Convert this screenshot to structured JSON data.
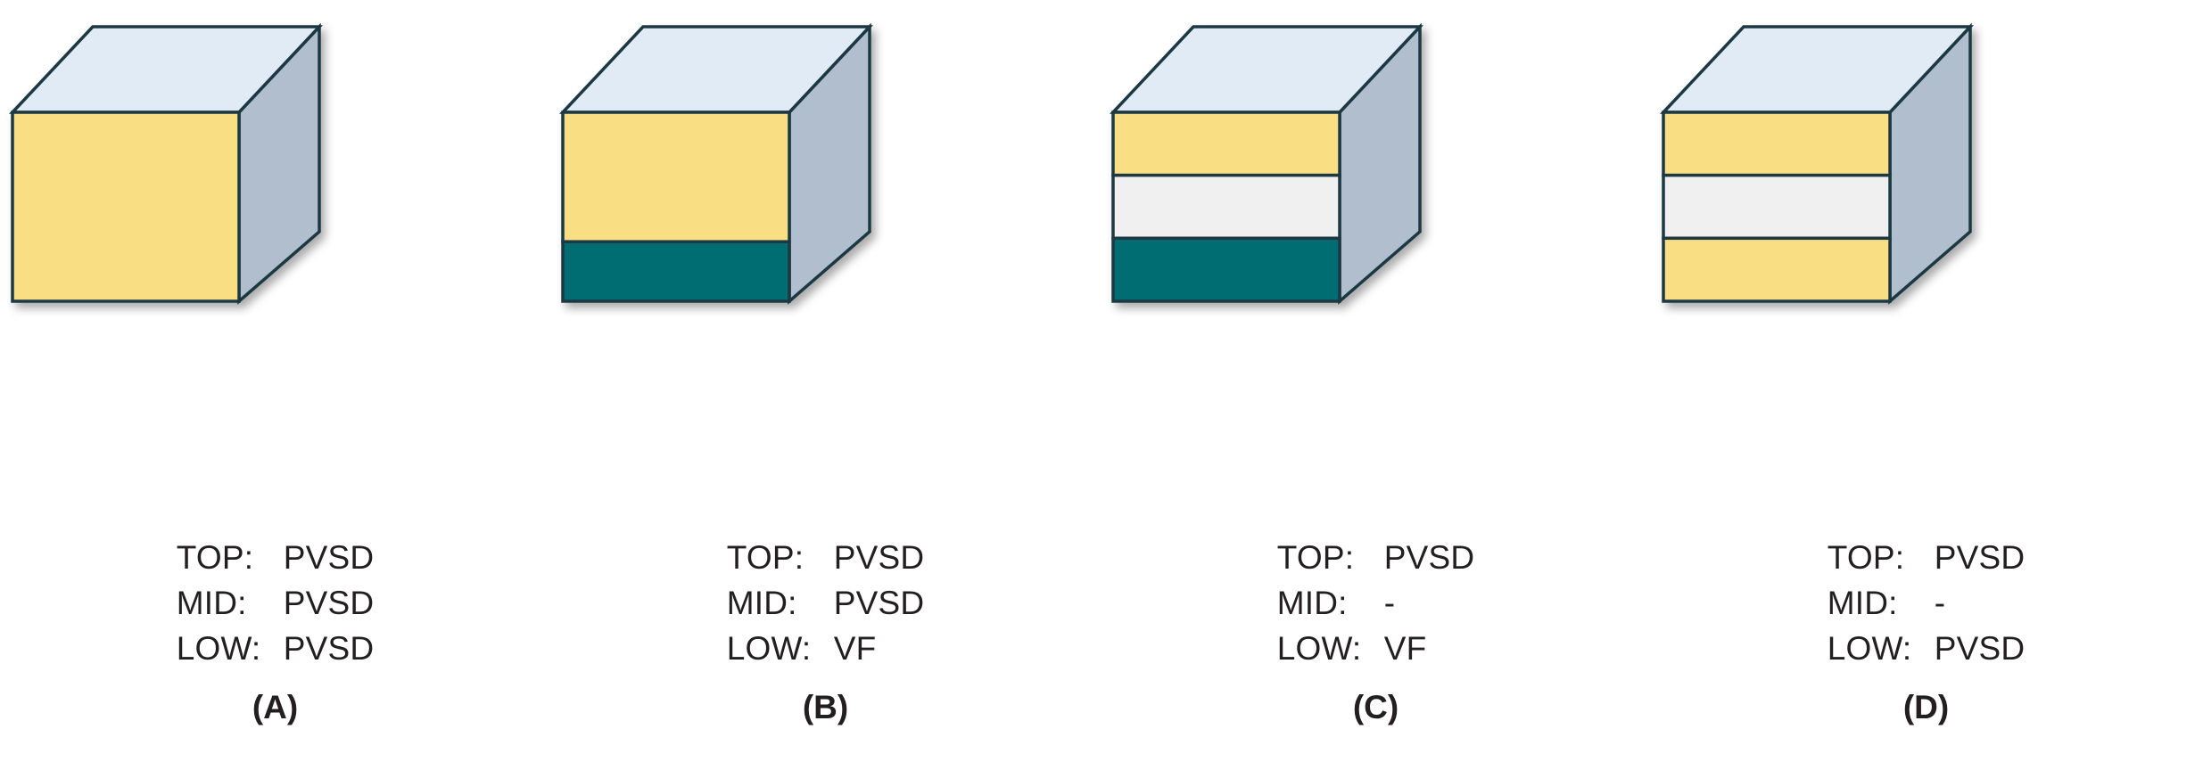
{
  "figure": {
    "type": "layered-block-diagram",
    "background_color": "#ffffff",
    "panel_count": 4
  },
  "palette": {
    "pvsd_yellow": "#F9DE84",
    "vf_teal": "#006D73",
    "empty_white": "#F0F0F0",
    "top_face_blue": "#E1EBF5",
    "side_face_gray": "#B0BECD",
    "outline_navy": "#1E3843",
    "text_black": "#231f20"
  },
  "legend_keys": {
    "top": "TOP:",
    "mid": "MID:",
    "low": "LOW:"
  },
  "panels": [
    {
      "id": "(A)",
      "name": "panel-a",
      "layers": [
        {
          "position": "top",
          "value": "PVSD",
          "fill": "#F9DE84",
          "height_fraction": 1.0
        }
      ],
      "labels": {
        "top_key": "TOP:",
        "top_value": "PVSD",
        "mid_key": "MID:",
        "mid_value": "PVSD",
        "low_key": "LOW:",
        "low_value": "PVSD"
      }
    },
    {
      "id": "(B)",
      "name": "panel-b",
      "layers": [
        {
          "position": "upper",
          "value": "PVSD",
          "fill": "#F9DE84",
          "height_fraction": 0.685
        },
        {
          "position": "lower",
          "value": "VF",
          "fill": "#006D73",
          "height_fraction": 0.315
        }
      ],
      "labels": {
        "top_key": "TOP:",
        "top_value": "PVSD",
        "mid_key": "MID:",
        "mid_value": "PVSD",
        "low_key": "LOW:",
        "low_value": "VF"
      }
    },
    {
      "id": "(C)",
      "name": "panel-c",
      "layers": [
        {
          "position": "top",
          "value": "PVSD",
          "fill": "#F9DE84",
          "height_fraction": 0.3333
        },
        {
          "position": "mid",
          "value": "-",
          "fill": "#F0F0F0",
          "height_fraction": 0.3333
        },
        {
          "position": "low",
          "value": "VF",
          "fill": "#006D73",
          "height_fraction": 0.3334
        }
      ],
      "labels": {
        "top_key": "TOP:",
        "top_value": "PVSD",
        "mid_key": "MID:",
        "mid_value": "-",
        "low_key": "LOW:",
        "low_value": "VF"
      }
    },
    {
      "id": "(D)",
      "name": "panel-d",
      "layers": [
        {
          "position": "top",
          "value": "PVSD",
          "fill": "#F9DE84",
          "height_fraction": 0.3333
        },
        {
          "position": "mid",
          "value": "-",
          "fill": "#F0F0F0",
          "height_fraction": 0.3333
        },
        {
          "position": "low",
          "value": "PVSD",
          "fill": "#F9DE84",
          "height_fraction": 0.3334
        }
      ],
      "labels": {
        "top_key": "TOP:",
        "top_value": "PVSD",
        "mid_key": "MID:",
        "mid_value": "-",
        "low_key": "LOW:",
        "low_value": "PVSD"
      }
    }
  ]
}
